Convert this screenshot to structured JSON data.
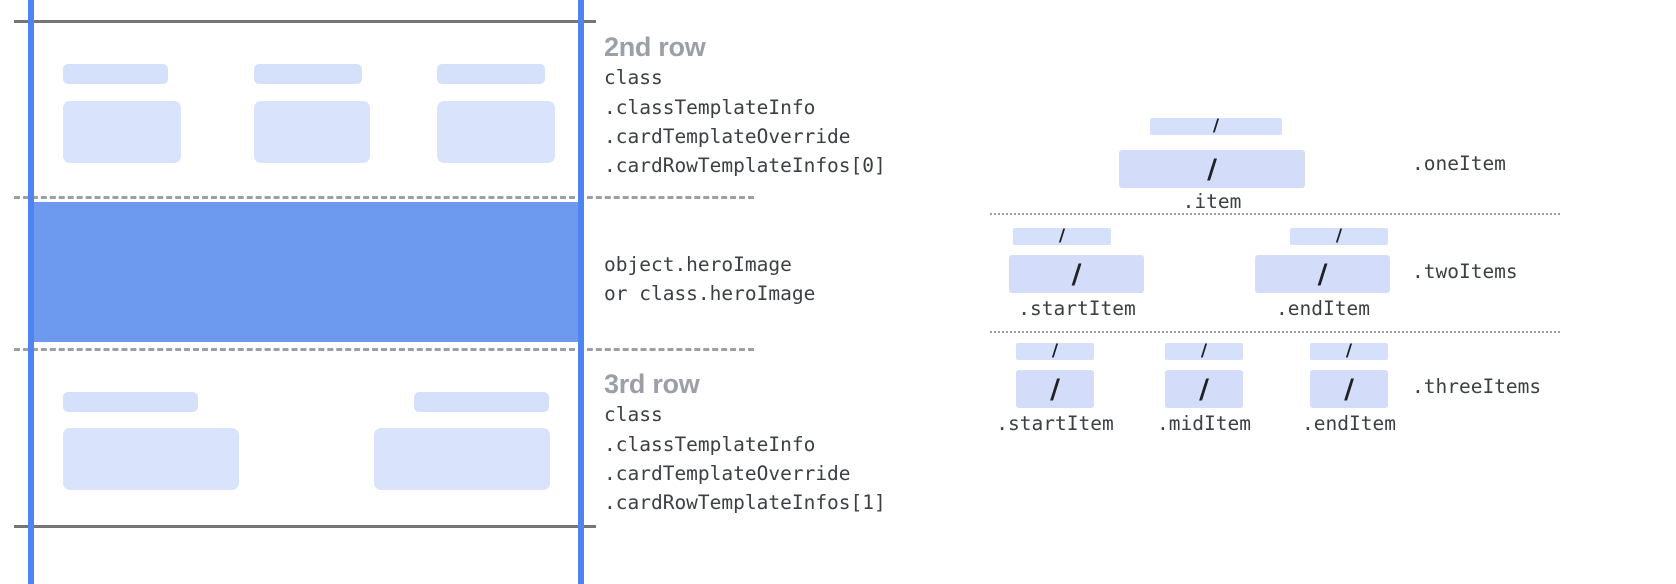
{
  "left_diagram": {
    "rows": [
      {
        "title": "2nd row",
        "code": "class\n.classTemplateInfo\n.cardTemplateOverride\n.cardRowTemplateInfos[0]",
        "columns": 3
      },
      {
        "title": "",
        "code": "object.heroImage\nor class.heroImage",
        "columns": 0
      },
      {
        "title": "3rd row",
        "code": "class\n.classTemplateInfo\n.cardTemplateOverride\n.cardRowTemplateInfos[1]",
        "columns": 2
      }
    ]
  },
  "right_diagram": {
    "groups": [
      {
        "side_label": ".oneItem",
        "slots": [
          {
            "sub_label": ".item",
            "glyph": "/"
          }
        ]
      },
      {
        "side_label": ".twoItems",
        "slots": [
          {
            "sub_label": ".startItem",
            "glyph": "/"
          },
          {
            "sub_label": ".endItem",
            "glyph": "/"
          }
        ]
      },
      {
        "side_label": ".threeItems",
        "slots": [
          {
            "sub_label": ".startItem",
            "glyph": "/"
          },
          {
            "sub_label": ".midItem",
            "glyph": "/"
          },
          {
            "sub_label": ".endItem",
            "glyph": "/"
          }
        ]
      }
    ]
  },
  "colors": {
    "guide_blue": "#4e84f2",
    "hero_blue": "#6d9aee",
    "placeholder_blue": "#d9e3fc",
    "rule_gray": "#757575",
    "dash_gray": "#9aa0a6",
    "title_gray": "#9aa0a6",
    "code_text": "#3c4043"
  }
}
